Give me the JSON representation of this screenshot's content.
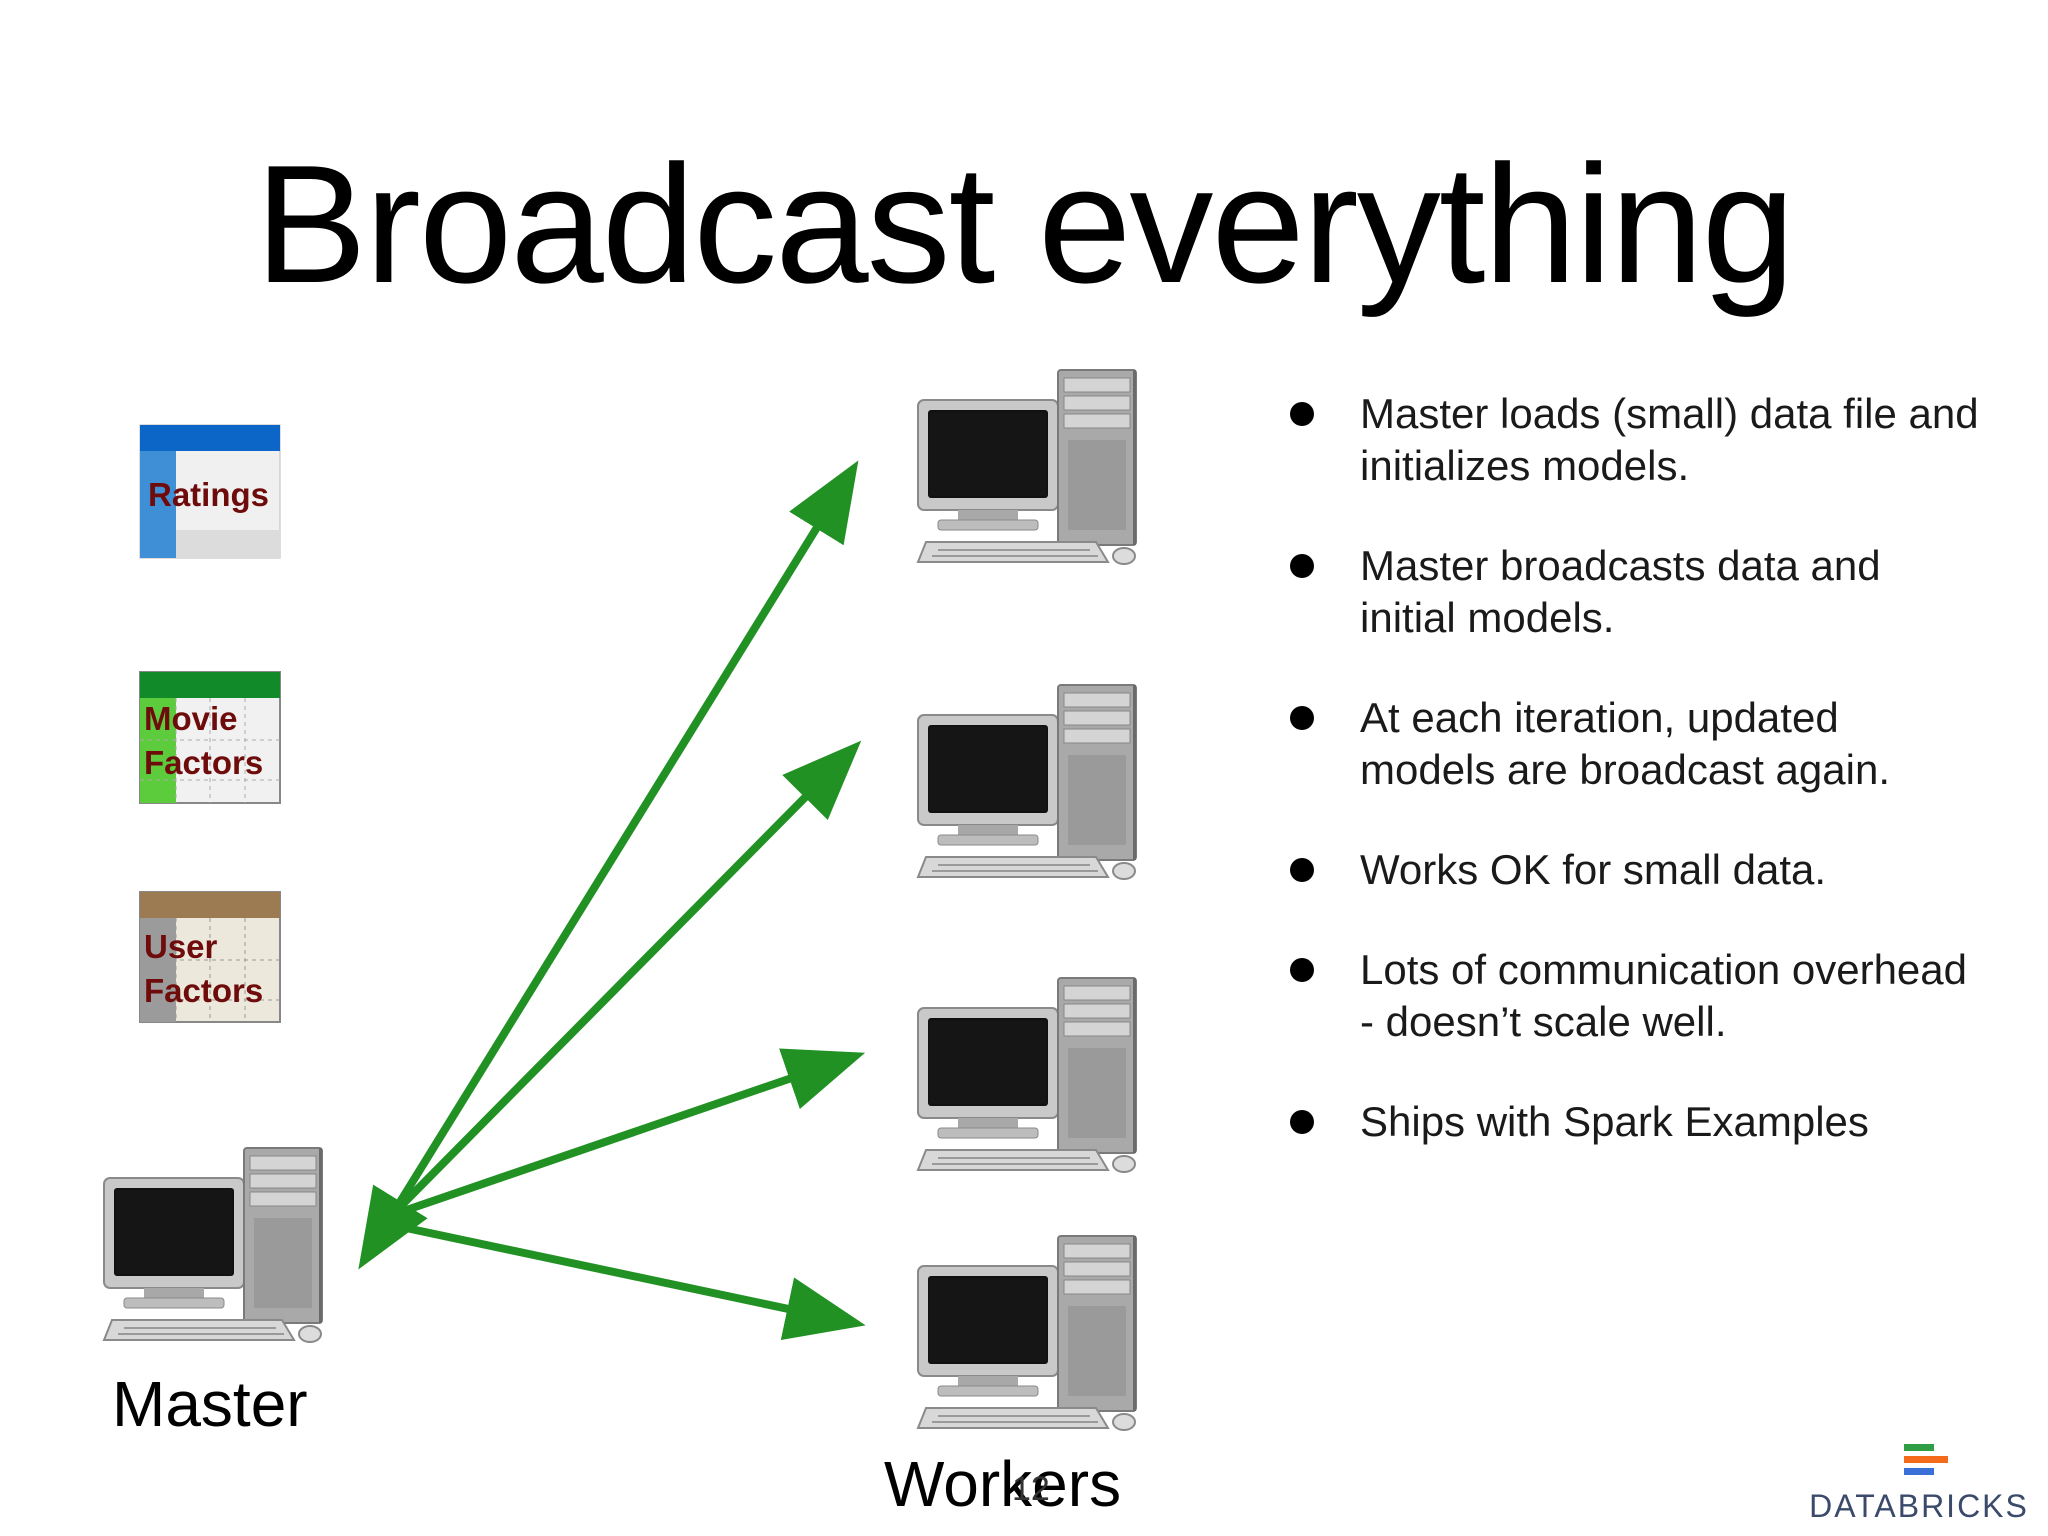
{
  "slide": {
    "title": "Broadcast everything",
    "master_label": "Master",
    "workers_label": "Workers",
    "page_number": "12"
  },
  "data_tables": [
    {
      "name": "Ratings",
      "lines": [
        "Ratings"
      ],
      "header_color": "#0b66c7",
      "side_color": "#3f8fd6"
    },
    {
      "name": "Movie Factors",
      "lines": [
        "Movie",
        "Factors"
      ],
      "header_color": "#118a2a",
      "side_color": "#5ccc3c"
    },
    {
      "name": "User Factors",
      "lines": [
        "User",
        "Factors"
      ],
      "header_color": "#9c7a52",
      "side_color": "#9b9b9b"
    }
  ],
  "arrow_color": "#219124",
  "bullets": [
    "Master loads (small) data file and initializes models.",
    "Master broadcasts data and initial models.",
    "At each iteration, updated models are broadcast again.",
    "Works OK for small data.",
    "Lots of communication overhead - doesn’t scale well.",
    "Ships with Spark Examples"
  ],
  "logo": {
    "text": "DATABRICKS",
    "colors": [
      "#2f9e44",
      "#f46b1b",
      "#3b6fd8"
    ]
  }
}
